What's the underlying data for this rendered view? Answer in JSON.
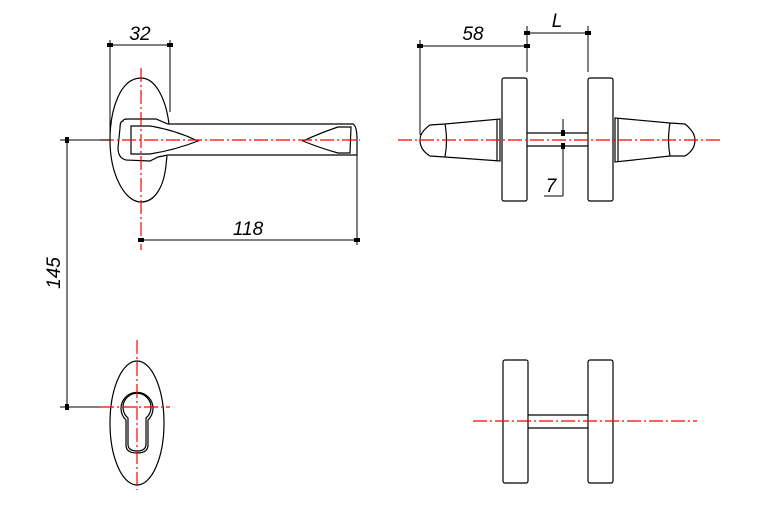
{
  "drawing": {
    "title": "Door lever handle set technical drawing",
    "dimensions": {
      "rosette_width": "32",
      "lever_length": "118",
      "center_distance": "145",
      "projection": "58",
      "door_thickness": "L",
      "spindle": "7"
    },
    "colors": {
      "outline": "#000000",
      "centerline": "#ff0000"
    }
  }
}
